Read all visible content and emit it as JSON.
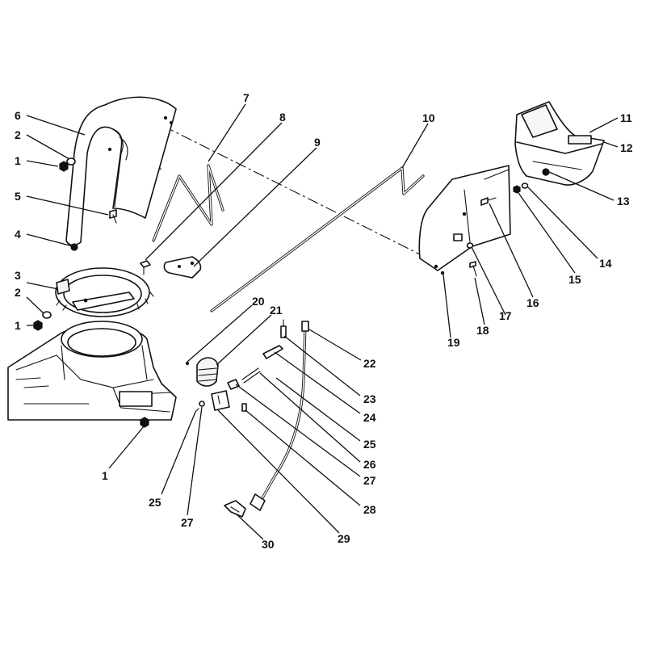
{
  "callouts": [
    {
      "id": "c1a",
      "text": "1"
    },
    {
      "id": "c2a",
      "text": "2"
    },
    {
      "id": "c4",
      "text": "4"
    },
    {
      "id": "c5",
      "text": "5"
    },
    {
      "id": "c6",
      "text": "6"
    },
    {
      "id": "c7",
      "text": "7"
    },
    {
      "id": "c8",
      "text": "8"
    },
    {
      "id": "c9",
      "text": "9"
    },
    {
      "id": "c10",
      "text": "10"
    },
    {
      "id": "c11",
      "text": "11"
    },
    {
      "id": "c12",
      "text": "12"
    },
    {
      "id": "c13",
      "text": "13"
    },
    {
      "id": "c14",
      "text": "14"
    },
    {
      "id": "c15",
      "text": "15"
    },
    {
      "id": "c16",
      "text": "16"
    },
    {
      "id": "c17",
      "text": "17"
    },
    {
      "id": "c18",
      "text": "18"
    },
    {
      "id": "c19",
      "text": "19"
    },
    {
      "id": "c3",
      "text": "3"
    },
    {
      "id": "c2b",
      "text": "2"
    },
    {
      "id": "c1b",
      "text": "1"
    },
    {
      "id": "c1c",
      "text": "1"
    },
    {
      "id": "c20",
      "text": "20"
    },
    {
      "id": "c21",
      "text": "21"
    },
    {
      "id": "c22",
      "text": "22"
    },
    {
      "id": "c23",
      "text": "23"
    },
    {
      "id": "c24",
      "text": "24"
    },
    {
      "id": "c25a",
      "text": "25"
    },
    {
      "id": "c26",
      "text": "26"
    },
    {
      "id": "c27a",
      "text": "27"
    },
    {
      "id": "c28",
      "text": "28"
    },
    {
      "id": "c25b",
      "text": "25"
    },
    {
      "id": "c27b",
      "text": "27"
    },
    {
      "id": "c29",
      "text": "29"
    },
    {
      "id": "c30",
      "text": "30"
    }
  ]
}
